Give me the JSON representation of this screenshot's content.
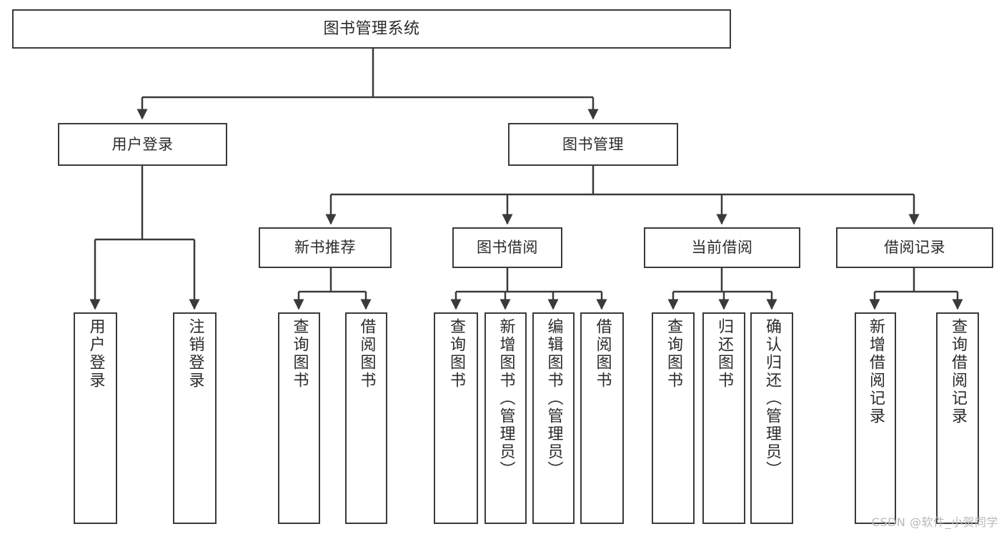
{
  "diagram": {
    "title": "图书管理系统",
    "type": "tree-hierarchy-chart",
    "watermark": "CSDN @软件_小贺同学",
    "colors": {
      "background": "#ffffff",
      "box_border": "#3a3a3a",
      "connector": "#3a3a3a",
      "text": "#2b2b2b",
      "watermark": "#b9b9b9"
    },
    "nodes": {
      "root": {
        "label": "图书管理系统",
        "level": 0
      },
      "level1": [
        {
          "id": "user-login",
          "label": "用户登录"
        },
        {
          "id": "book-management",
          "label": "图书管理"
        }
      ],
      "level2": [
        {
          "id": "new-book-recommend",
          "label": "新书推荐",
          "parent": "book-management"
        },
        {
          "id": "book-borrow",
          "label": "图书借阅",
          "parent": "book-management"
        },
        {
          "id": "current-borrow",
          "label": "当前借阅",
          "parent": "book-management"
        },
        {
          "id": "borrow-record",
          "label": "借阅记录",
          "parent": "book-management"
        }
      ],
      "leaves": {
        "user-login": [
          {
            "id": "leaf-user-login",
            "label": "用户登录"
          },
          {
            "id": "leaf-logout",
            "label": "注销登录"
          }
        ],
        "new-book-recommend": [
          {
            "id": "leaf-query-book-1",
            "label": "查询图书"
          },
          {
            "id": "leaf-borrow-book-1",
            "label": "借阅图书"
          }
        ],
        "book-borrow": [
          {
            "id": "leaf-query-book-2",
            "label": "查询图书"
          },
          {
            "id": "leaf-add-book",
            "label": "新增图书（管理员）"
          },
          {
            "id": "leaf-edit-book",
            "label": "编辑图书（管理员）"
          },
          {
            "id": "leaf-borrow-book-2",
            "label": "借阅图书"
          }
        ],
        "current-borrow": [
          {
            "id": "leaf-query-book-3",
            "label": "查询图书"
          },
          {
            "id": "leaf-return-book",
            "label": "归还图书"
          },
          {
            "id": "leaf-confirm-return",
            "label": "确认归还（管理员）"
          }
        ],
        "borrow-record": [
          {
            "id": "leaf-add-record",
            "label": "新增借阅记录"
          },
          {
            "id": "leaf-query-record",
            "label": "查询借阅记录"
          }
        ]
      }
    }
  }
}
